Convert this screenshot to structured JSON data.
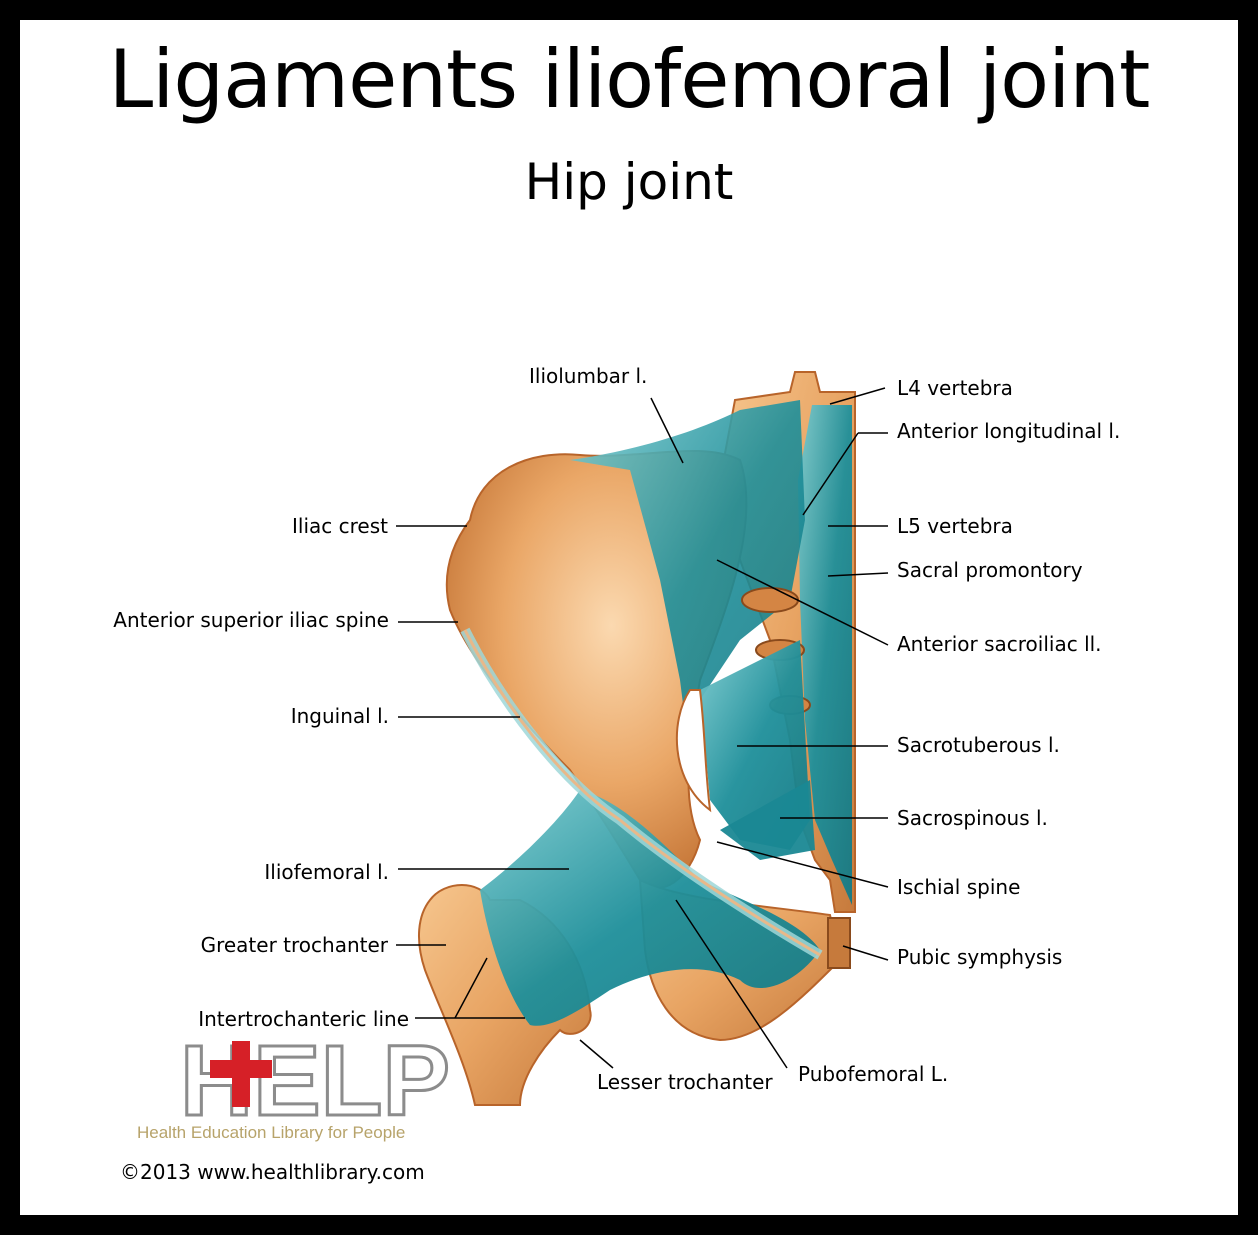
{
  "title": "Ligaments iliofemoral joint",
  "subtitle": "Hip joint",
  "labels": {
    "iliolumbar": "Iliolumbar l.",
    "l4_vertebra": "L4 vertebra",
    "anterior_longitudinal": "Anterior longitudinal l.",
    "iliac_crest": "Iliac crest",
    "l5_vertebra": "L5 vertebra",
    "sacral_promontory": "Sacral promontory",
    "asis": "Anterior superior iliac spine",
    "anterior_sacroiliac": "Anterior sacroiliac ll.",
    "inguinal": "Inguinal l.",
    "sacrotuberous": "Sacrotuberous l.",
    "sacrospinous": "Sacrospinous l.",
    "iliofemoral": "Iliofemoral l.",
    "ischial_spine": "Ischial spine",
    "greater_trochanter": "Greater trochanter",
    "pubic_symphysis": "Pubic symphysis",
    "intertrochanteric_line": "Intertrochanteric line",
    "lesser_trochanter": "Lesser trochanter",
    "pubofemoral": "Pubofemoral L."
  },
  "logo": {
    "text": "HELP",
    "caption": "Health Education Library for People"
  },
  "copyright": "©2013 www.healthlibrary.com",
  "colors": {
    "bone": "#e8a463",
    "bone_dark": "#b8642a",
    "ligament": "#1e8f9a",
    "ligament_light": "#6fc3c8",
    "logo_red": "#d62027",
    "logo_gold": "#b7a36a"
  }
}
